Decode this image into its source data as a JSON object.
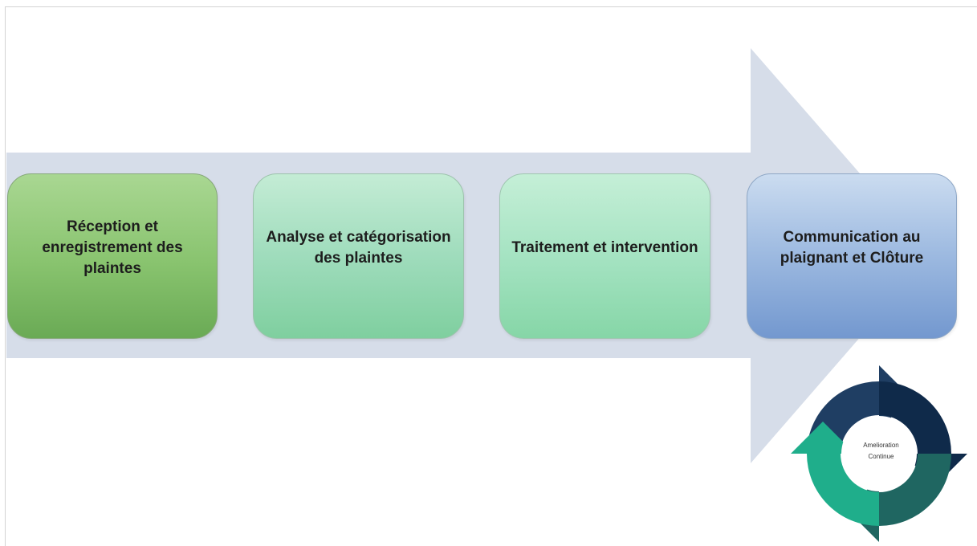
{
  "process": {
    "steps": [
      {
        "label": "Réception et enregistrement des plaintes"
      },
      {
        "label": "Analyse et catégorisation des plaintes"
      },
      {
        "label": "Traitement et intervention"
      },
      {
        "label": "Communication au plaignant et Clôture"
      }
    ]
  },
  "cycle": {
    "line1": "Amelioration",
    "line2": "Continue",
    "segment_colors": [
      "#1f3e63",
      "#0f2a4a",
      "#1f6661",
      "#1fae8b"
    ]
  },
  "colors": {
    "arrow": "#d6dde9"
  }
}
